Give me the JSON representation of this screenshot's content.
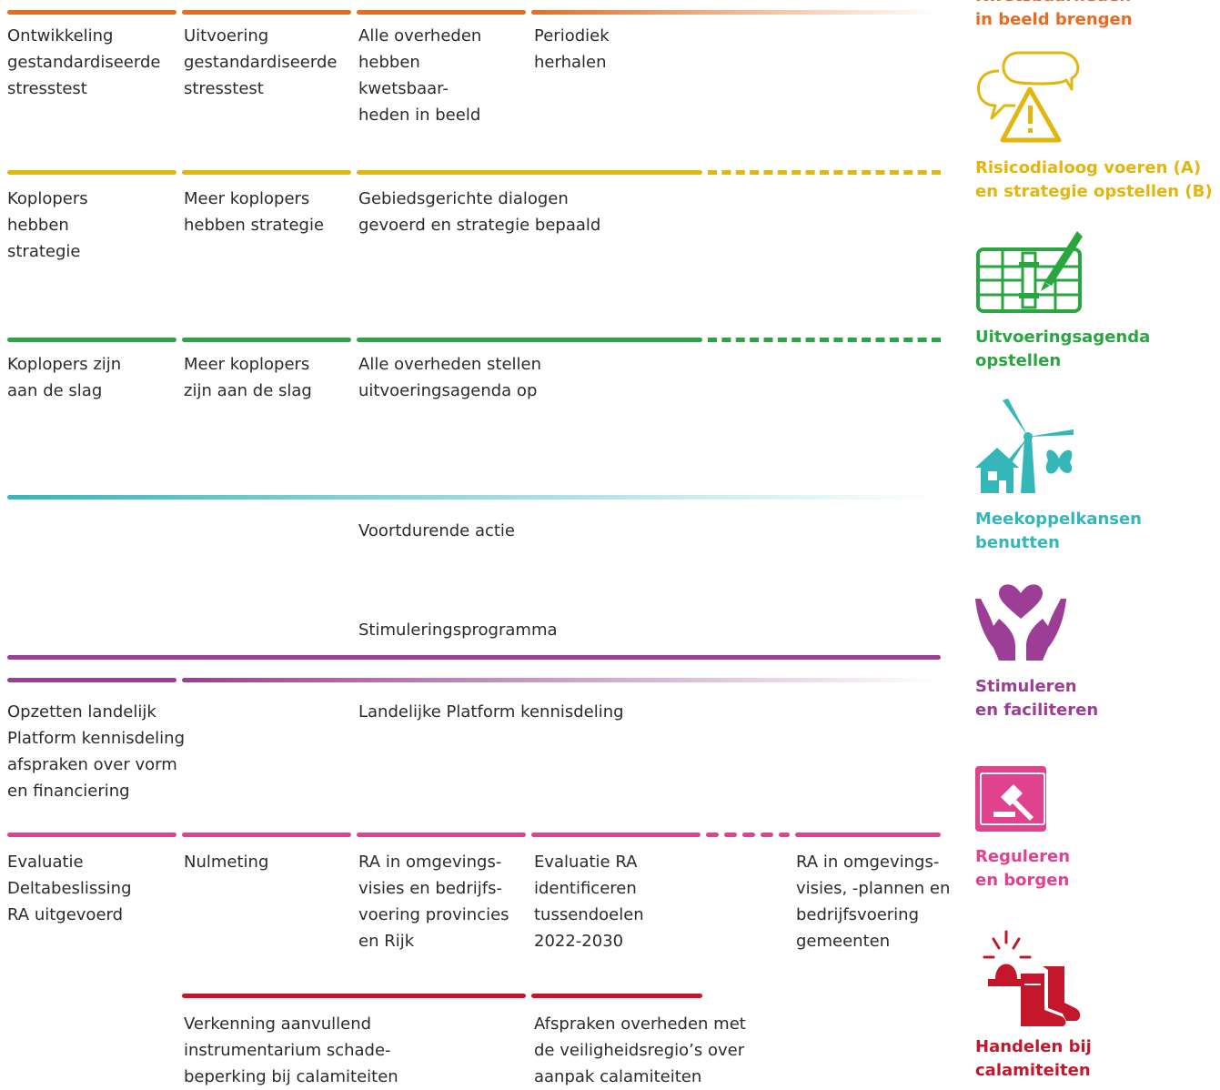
{
  "colors": {
    "orange": "#ea6b1f",
    "yellow": "#e3b50f",
    "green": "#2aa640",
    "teal": "#35b6b9",
    "purple": "#9c3d96",
    "pink": "#e0428e",
    "red": "#c4172c"
  },
  "rows": {
    "kwetsbaarheden": {
      "cells": [
        "Ontwikkeling\ngestandardiseerde\nstresstest",
        "Uitvoering\ngestandardiseerde\nstresstest",
        "Alle overheden\nhebben\nkwetsbaar-\nheden in beeld",
        "Periodiek\nherhalen"
      ]
    },
    "risicodialoog": {
      "cells": [
        "Koplopers\nhebben\nstrategie",
        "Meer koplopers\nhebben strategie",
        "Gebiedsgerichte dialogen\ngevoerd en strategie bepaald"
      ]
    },
    "uitvoeringsagenda": {
      "cells": [
        "Koplopers zijn\naan de slag",
        "Meer koplopers\nzijn aan de slag",
        "Alle overheden stellen\nuitvoeringsagenda op"
      ]
    },
    "meekoppelkansen": {
      "cells": [
        "Voortdurende actie"
      ]
    },
    "stimuleren": {
      "cells": [
        "Stimuleringsprogramma",
        "Opzetten landelijk\nPlatform kennisdeling\nafspraken over vorm\nen financiering",
        "Landelijke Platform kennisdeling"
      ]
    },
    "reguleren": {
      "cells": [
        "Evaluatie\nDeltabeslissing\nRA uitgevoerd",
        "Nulmeting",
        "RA in omgevings-\nvisies en bedrijfs-\nvoering provincies\nen Rijk",
        "Evaluatie RA\nidentificeren\ntussendoelen\n2022-2030",
        "RA in omgevings-\nvisies, -plannen en\nbedrijfsvoering\ngemeenten"
      ]
    },
    "calamiteiten": {
      "cells": [
        "Verkenning aanvullend\ninstrumentarium schade-\nbeperking bij calamiteiten",
        "Afspraken overheden met\nde veiligheidsregio’s over\naanpak calamiteiten"
      ]
    }
  },
  "legend": [
    {
      "label": "Kwetsbaarheden\nin beeld brengen",
      "icon": "speech-warning-icon"
    },
    {
      "label": "Risicodialoog voeren (A)\nen strategie opstellen (B)",
      "icon": "speech-bubbles-warning-icon"
    },
    {
      "label": "Uitvoeringsagenda\nopstellen",
      "icon": "agenda-pen-icon"
    },
    {
      "label": "Meekoppelkansen\nbenutten",
      "icon": "windmill-house-butterfly-icon"
    },
    {
      "label": "Stimuleren\nen faciliteren",
      "icon": "hands-heart-icon"
    },
    {
      "label": "Reguleren\nen borgen",
      "icon": "law-book-gavel-icon"
    },
    {
      "label": "Handelen bij\ncalamiteiten",
      "icon": "siren-boots-icon"
    }
  ]
}
